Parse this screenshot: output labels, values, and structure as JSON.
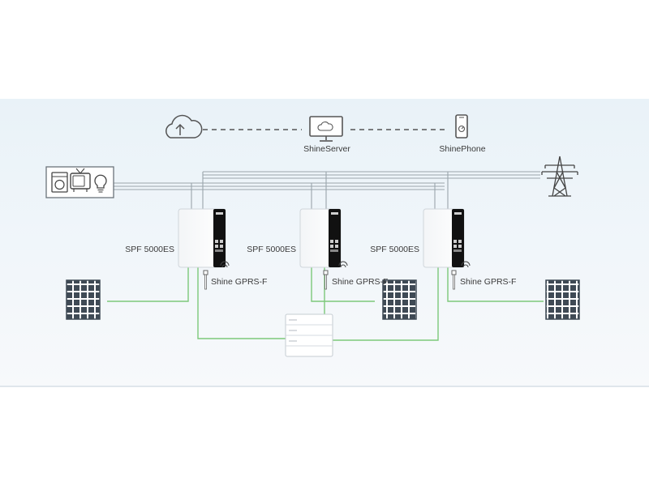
{
  "labels": {
    "server": "ShineServer",
    "phone": "ShinePhone",
    "inverter_model": "SPF 5000ES",
    "datalogger": "Shine GPRS-F"
  },
  "icons": {
    "cloud": "cloud-upload-icon",
    "server": "monitor-icon",
    "phone": "smartphone-icon",
    "loads": [
      "washing-machine-icon",
      "tv-icon",
      "light-bulb-icon"
    ],
    "grid": "transmission-tower-icon",
    "solar": "solar-panel-icon",
    "battery": "battery-cabinet-icon",
    "inverter": "inverter-icon",
    "antenna": "wifi-signal-icon"
  },
  "colors": {
    "background": "#eaf2f8",
    "ac_bus": "#9aa4ab",
    "dc_link": "#7cc97a",
    "comm_dashed": "#555555",
    "inverter_display": "#111111"
  }
}
